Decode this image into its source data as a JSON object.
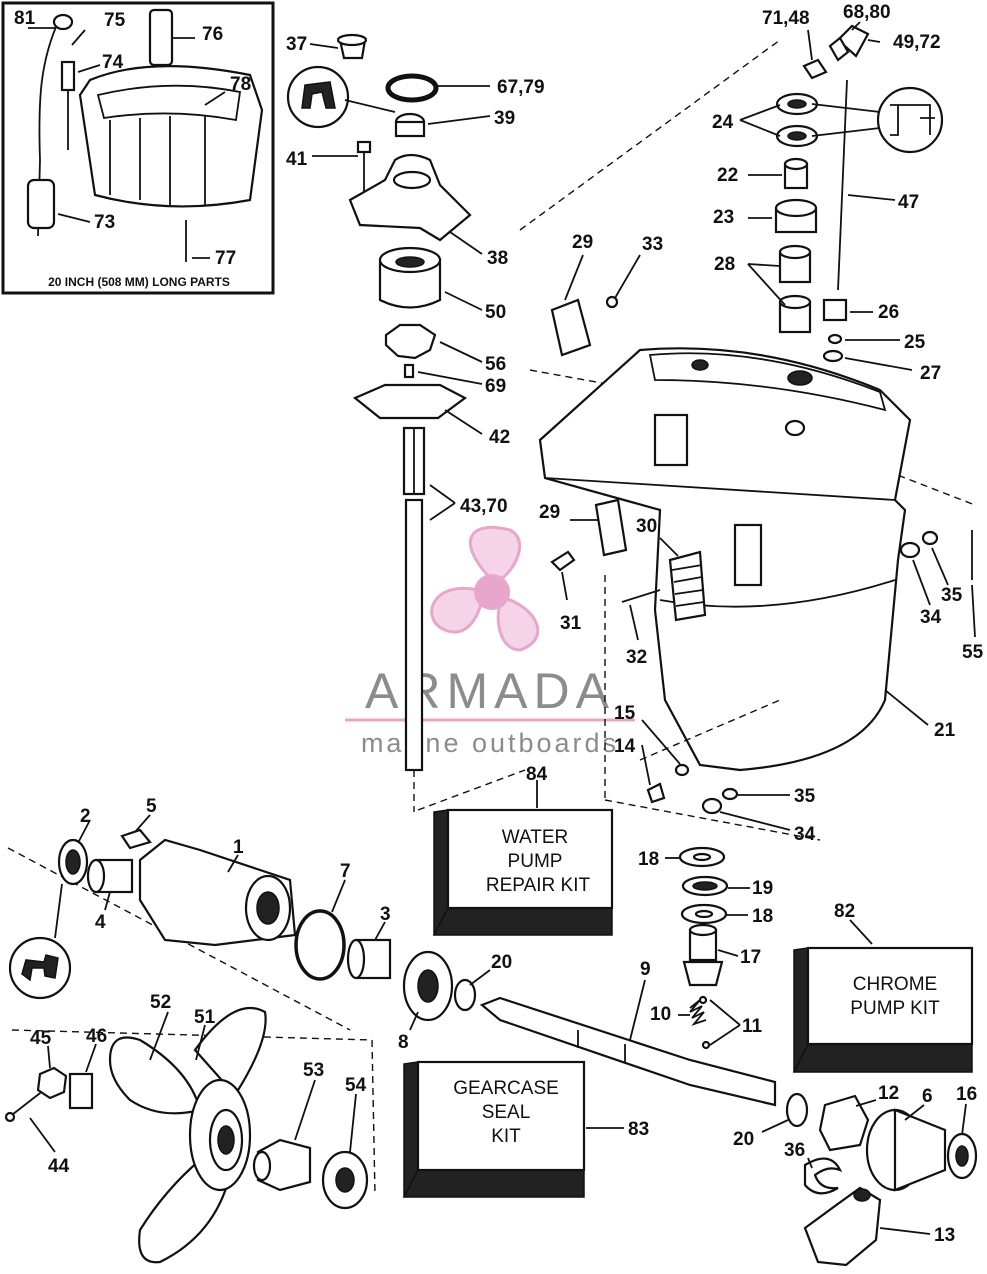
{
  "inset": {
    "caption": "20 INCH (508 MM) LONG PARTS",
    "labels": [
      "81",
      "75",
      "76",
      "74",
      "78",
      "73",
      "77"
    ]
  },
  "labels": {
    "l37": "37",
    "l6779": "67,79",
    "l39": "39",
    "l41": "41",
    "l38": "38",
    "l50": "50",
    "l56": "56",
    "l69": "69",
    "l42": "42",
    "l4370": "43,70",
    "l7148": "71,48",
    "l6880": "68,80",
    "l4972": "49,72",
    "l24": "24",
    "l22": "22",
    "l47": "47",
    "l23": "23",
    "l28": "28",
    "l29a": "29",
    "l33": "33",
    "l26": "26",
    "l25": "25",
    "l27": "27",
    "l29b": "29",
    "l30": "30",
    "l31": "31",
    "l32": "32",
    "l34a": "34",
    "l35a": "35",
    "l55": "55",
    "l21": "21",
    "l15": "15",
    "l14": "14",
    "l35b": "35",
    "l34b": "34",
    "l84": "84",
    "l2": "2",
    "l5": "5",
    "l1": "1",
    "l7": "7",
    "l4": "4",
    "l3": "3",
    "l18a": "18",
    "l19": "19",
    "l18b": "18",
    "l82": "82",
    "l17": "17",
    "l20a": "20",
    "l9": "9",
    "l8": "8",
    "l10": "10",
    "l11": "11",
    "l52": "52",
    "l51": "51",
    "l45": "45",
    "l46": "46",
    "l53": "53",
    "l54": "54",
    "l44": "44",
    "l12": "12",
    "l6": "6",
    "l16": "16",
    "l20b": "20",
    "l36": "36",
    "l13": "13",
    "l83": "83"
  },
  "kits": {
    "water_pump": [
      "WATER",
      "PUMP",
      "REPAIR KIT"
    ],
    "chrome_pump": [
      "CHROME",
      "PUMP KIT"
    ],
    "gearcase_seal": [
      "GEARCASE",
      "SEAL",
      "KIT"
    ]
  },
  "watermark": {
    "brand": "ARMADA",
    "sub": "marine outboards",
    "color": "#e8a6cc"
  }
}
